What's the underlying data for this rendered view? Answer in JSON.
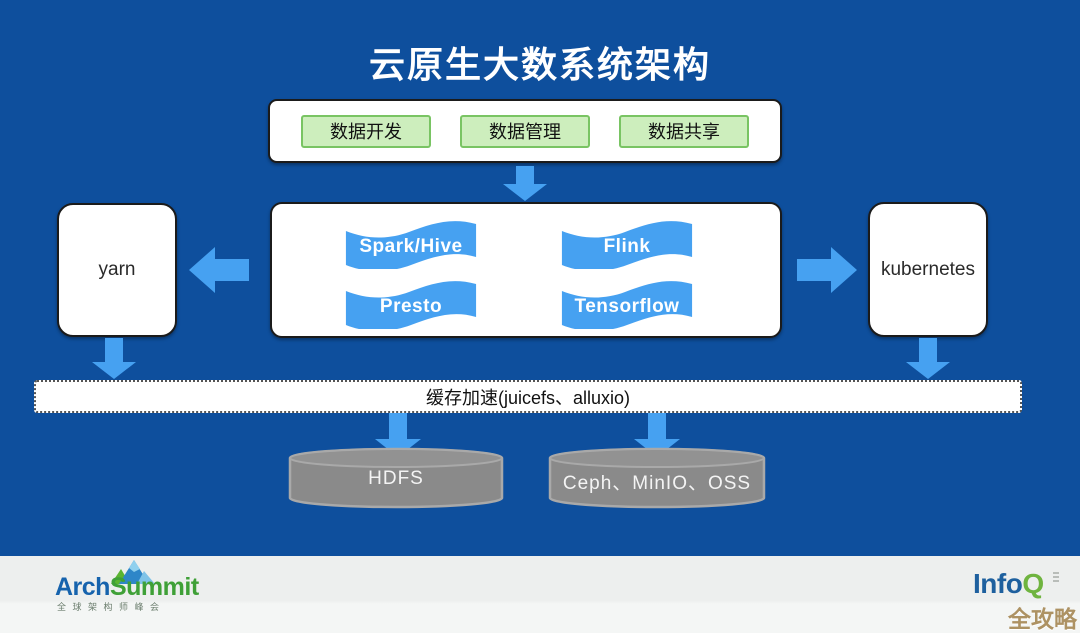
{
  "title": "云原生大数系统架构",
  "colors": {
    "background_blue": "#0e4f9d",
    "arrow_blue": "#46a1f1",
    "flag_blue": "#46a1f1",
    "button_green_bg": "#cdeebd",
    "button_green_border": "#79c463",
    "cylinder_gray": "#8a8a8a",
    "footer_bg": "#edefee",
    "watermark_gold": "#ad9263",
    "archsummit_blue": "#1663ad",
    "archsummit_green": "#3fa037",
    "infoq_blue": "#1e609e",
    "infoq_green": "#6fb43f"
  },
  "app_layer": {
    "items": [
      {
        "label": "数据开发"
      },
      {
        "label": "数据管理"
      },
      {
        "label": "数据共享"
      }
    ]
  },
  "engine_layer": {
    "flags": [
      {
        "label": "Spark/Hive"
      },
      {
        "label": "Flink"
      },
      {
        "label": "Presto"
      },
      {
        "label": "Tensorflow"
      }
    ]
  },
  "schedulers": {
    "left": {
      "label": "yarn"
    },
    "right": {
      "label": "kubernetes"
    }
  },
  "cache_layer": {
    "label": "缓存加速(juicefs、alluxio)"
  },
  "storage_layer": {
    "cylinders": [
      {
        "label": "HDFS"
      },
      {
        "label": "Ceph、MinIO、OSS"
      }
    ]
  },
  "footer": {
    "archsummit": {
      "part1": "Arch",
      "part2": "Summit",
      "tagline": "全球架构师峰会"
    },
    "infoq": {
      "part1": "Info",
      "part2": "Q"
    },
    "watermark": "全攻略"
  }
}
